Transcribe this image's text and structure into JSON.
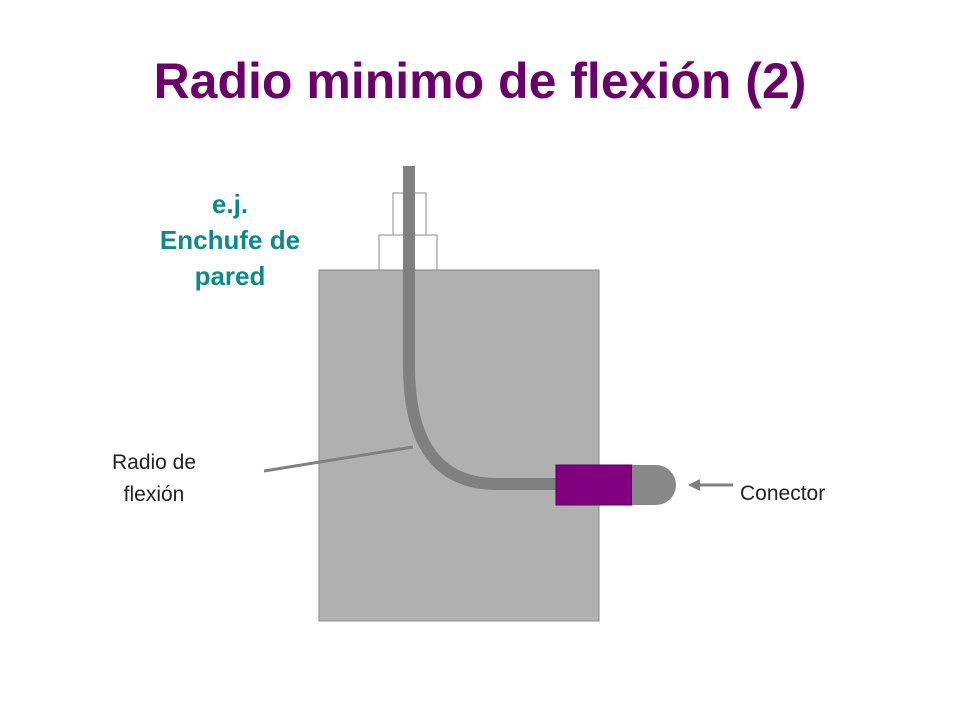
{
  "title": "Radio minimo de flexión (2)",
  "example": {
    "lines": [
      "e.j.",
      "Enchufe de",
      "pared"
    ]
  },
  "bend_label": {
    "lines": [
      "Radio de",
      "flexión"
    ]
  },
  "connector_label": "Conector",
  "colors": {
    "title": "#6b006b",
    "example_text": "#0a8a8a",
    "wall_box": "#b0b0b0",
    "cable": "#808080",
    "connector_body": "#800080",
    "connector_tip": "#888888"
  }
}
